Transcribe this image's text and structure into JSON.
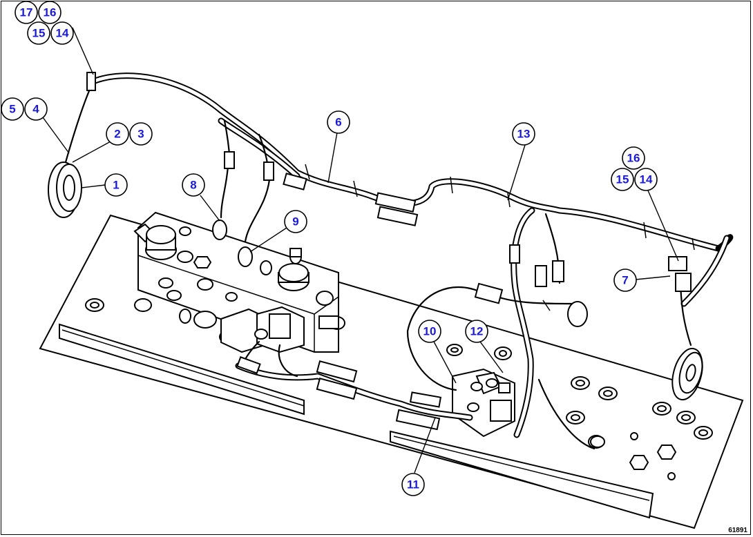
{
  "figure_ref": "61891",
  "callouts": [
    "1",
    "2",
    "3",
    "4",
    "5",
    "6",
    "7",
    "8",
    "9",
    "10",
    "11",
    "12",
    "13",
    "14",
    "15",
    "16",
    "17"
  ]
}
